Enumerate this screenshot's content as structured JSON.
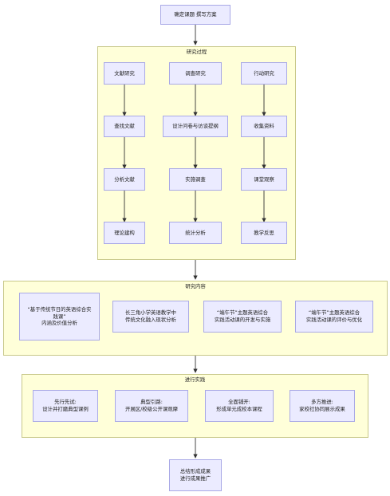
{
  "start": "确定课题 撰写方案",
  "end": "总结形成成果\n进行成果推广",
  "process": {
    "title": "研究过程",
    "col1": [
      "文献研究",
      "查找文献",
      "分析文献",
      "理论建构"
    ],
    "col2": [
      "调查研究",
      "设计问卷与访谈提纲",
      "实施调查",
      "统计分析"
    ],
    "col3": [
      "行动研究",
      "收集资料",
      "课堂观察",
      "教学反思"
    ]
  },
  "content": {
    "title": "研究内容",
    "items": [
      "“基于传统节日的英语综合实\n践课”\n内涵及价值分析",
      "长三角小学英语教学中\n传统文化融入现状分析",
      "“端午节”主题英语综合\n实践活动课的开发与实施",
      "“端午节”主题英语综合\n实践活动课的评价与优化"
    ]
  },
  "practice": {
    "title": "进行实践",
    "items": [
      "先行先试:\n设计并打磨典型课例",
      "典型引路:\n开展区/校级公开课观摩",
      "全面铺开:\n形成单元成校本课程",
      "多方推进:\n家校社协同展示成果"
    ]
  },
  "colors": {
    "node_fill": "#ebebff",
    "node_border": "#a9a9e6",
    "cluster_fill": "#ffffd9",
    "edge": "#333333"
  }
}
